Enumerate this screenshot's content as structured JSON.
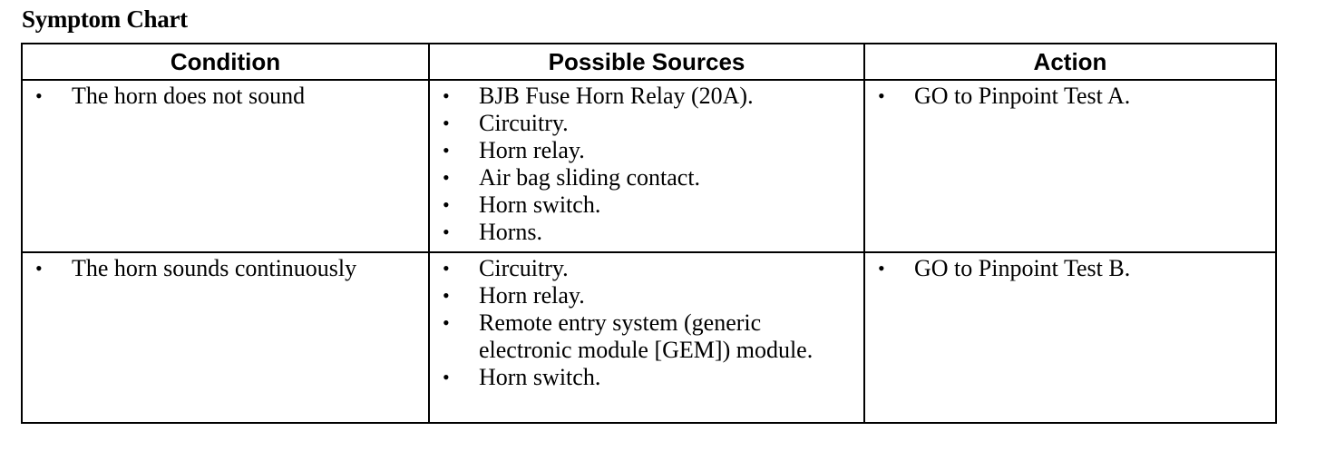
{
  "title": "Symptom Chart",
  "table": {
    "headers": [
      "Condition",
      "Possible Sources",
      "Action"
    ],
    "rows": [
      {
        "condition": "The horn does not sound",
        "sources": [
          "BJB Fuse Horn Relay (20A).",
          "Circuitry.",
          "Horn relay.",
          "Air bag sliding contact.",
          "Horn switch.",
          "Horns."
        ],
        "action": "GO to Pinpoint Test A."
      },
      {
        "condition": "The horn sounds continuously",
        "sources": [
          "Circuitry.",
          "Horn relay.",
          "Remote entry system (generic electronic module [GEM]) module.",
          "Horn switch."
        ],
        "action": "GO to Pinpoint Test B."
      }
    ]
  }
}
